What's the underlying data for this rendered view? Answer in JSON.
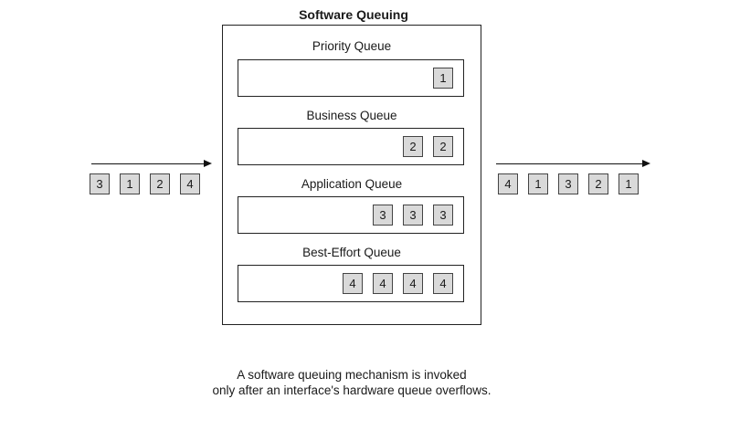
{
  "title": "Software Queuing",
  "queues": [
    {
      "label": "Priority Queue",
      "packets": [
        "1"
      ]
    },
    {
      "label": "Business Queue",
      "packets": [
        "2",
        "2"
      ]
    },
    {
      "label": "Application Queue",
      "packets": [
        "3",
        "3",
        "3"
      ]
    },
    {
      "label": "Best-Effort Queue",
      "packets": [
        "4",
        "4",
        "4",
        "4"
      ]
    }
  ],
  "incoming_packets": [
    "3",
    "1",
    "2",
    "4"
  ],
  "outgoing_packets": [
    "4",
    "1",
    "3",
    "2",
    "1"
  ],
  "caption": {
    "line1": "A software queuing mechanism is invoked",
    "line2": "only after an interface's hardware queue overflows."
  }
}
